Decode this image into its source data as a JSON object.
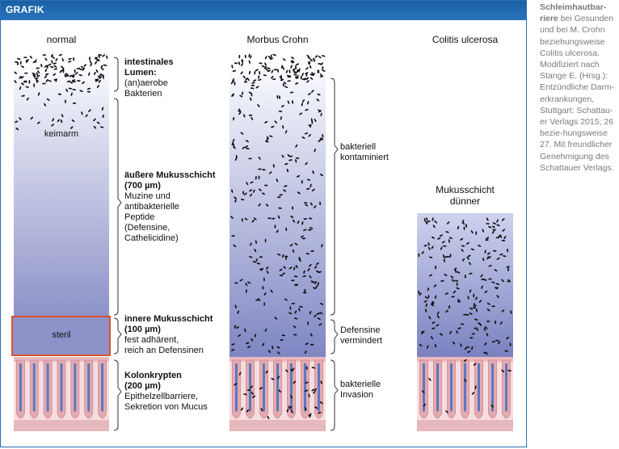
{
  "header": {
    "label": "GRAFIK"
  },
  "columns": {
    "normal": {
      "title": "normal",
      "zone_keimarm": "keimarm",
      "zone_steril": "steril",
      "labels": {
        "lumen": {
          "title": "intestinales\nLumen:",
          "text": "(an)aerobe\nBakterien"
        },
        "outer_mucus": {
          "title": "äußere Mukusschicht\n(700 µm)",
          "text": "Muzine und\nantibakterielle\nPeptide\n(Defensine,\nCathelicidine)"
        },
        "inner_mucus": {
          "title": "innere Mukusschicht\n(100 µm)",
          "text": "fest adhärent,\nreich an Defensinen"
        },
        "crypts": {
          "title": "Kolonkrypten\n(200 µm)",
          "text": "Epithelzellbarriere,\nSekretion von Mucus"
        }
      }
    },
    "crohn": {
      "title": "Morbus Crohn",
      "labels": {
        "contaminated": "bakteriell\nkontaminiert",
        "defensins": "Defensine\nvermindert",
        "invasion": "bakterielle\nInvasion"
      }
    },
    "colitis": {
      "title": "Colitis ulcerosa",
      "mucus_label": "Mukusschicht\ndünner"
    }
  },
  "caption": {
    "title": "Schleimhautbar-\nriere",
    "text": "bei Gesunden und bei M. Crohn beziehungsweise Colitis ulcerosa. Modifiziert nach Stange E. (Hrsg.): Entzündliche Darm-erkrankungen, Stuttgart: Schattau-er Verlags 2015; 26 bezie-hungsweise 27. Mit freundlicher Genehmigung des Schattauer Verlags."
  },
  "colors": {
    "header_blue": "#1f66ad",
    "mucus_top": "#e9ebf6",
    "mucus_bottom": "#7f86c3",
    "steril_box": "#8d93c9",
    "steril_border": "#d9532e",
    "crypt_pink": "#e9b9bd",
    "crypt_cell": "#f6dde0",
    "crypt_lumen": "#5b78c0",
    "bacteria": "#111111"
  }
}
